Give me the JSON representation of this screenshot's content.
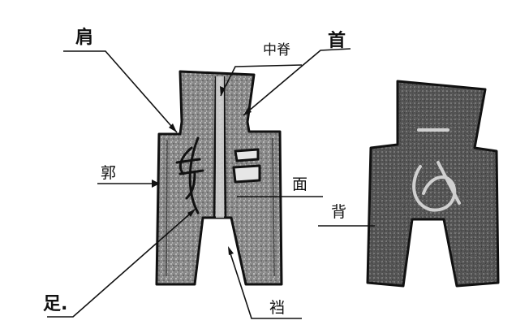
{
  "labels": {
    "jian": "肩",
    "zhongji": "中脊",
    "shou": "首",
    "guo": "郭",
    "mian": "面",
    "bei": "背",
    "zu": "足.",
    "dang": "裆"
  },
  "colors": {
    "ink": "#111111",
    "coin_fill": "#6f6f6f",
    "coin_dark": "#2f2f2f",
    "paper": "#ffffff"
  }
}
